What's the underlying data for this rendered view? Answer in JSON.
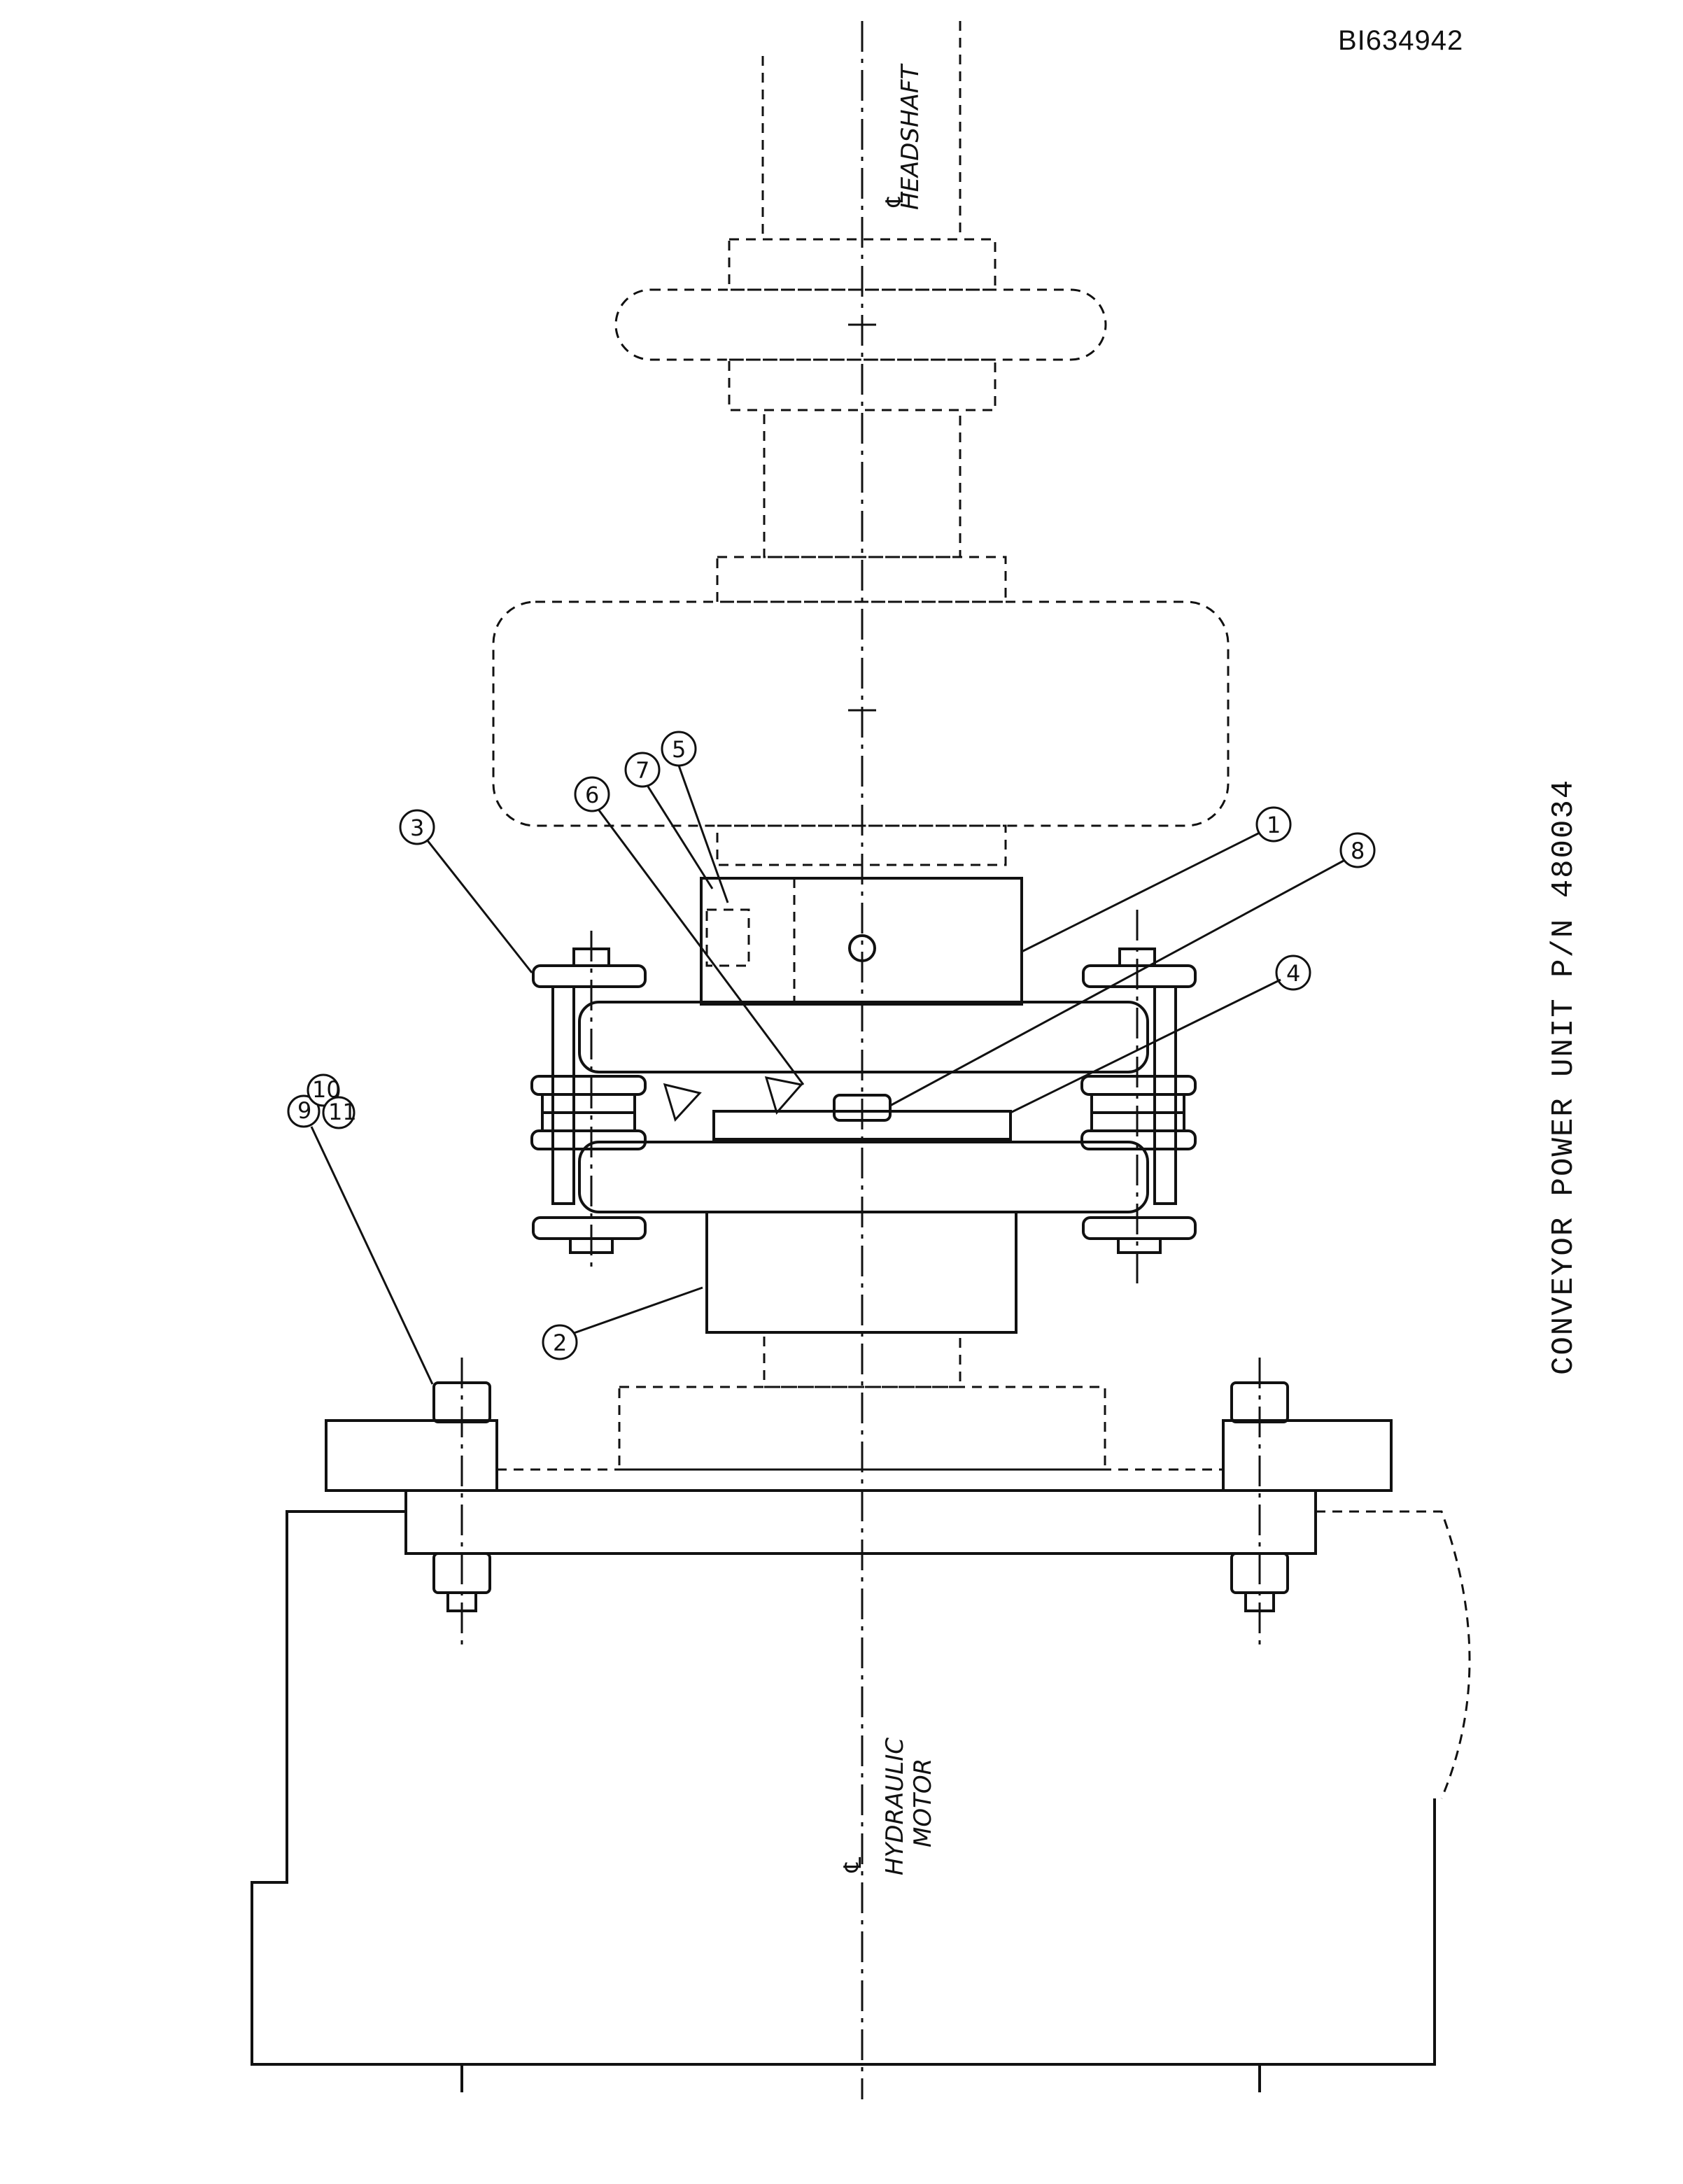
{
  "document_id": "BI634942",
  "title": "CONVEYOR POWER UNIT P/N 480034",
  "centerline_labels": {
    "top": "HEADSHAFT",
    "bottom": "HYDRAULIC MOTOR"
  },
  "callouts": [
    "1",
    "2",
    "3",
    "4",
    "5",
    "6",
    "7",
    "8",
    "9",
    "10",
    "11"
  ],
  "colors": {
    "ink": "#111111",
    "paper": "#ffffff"
  }
}
